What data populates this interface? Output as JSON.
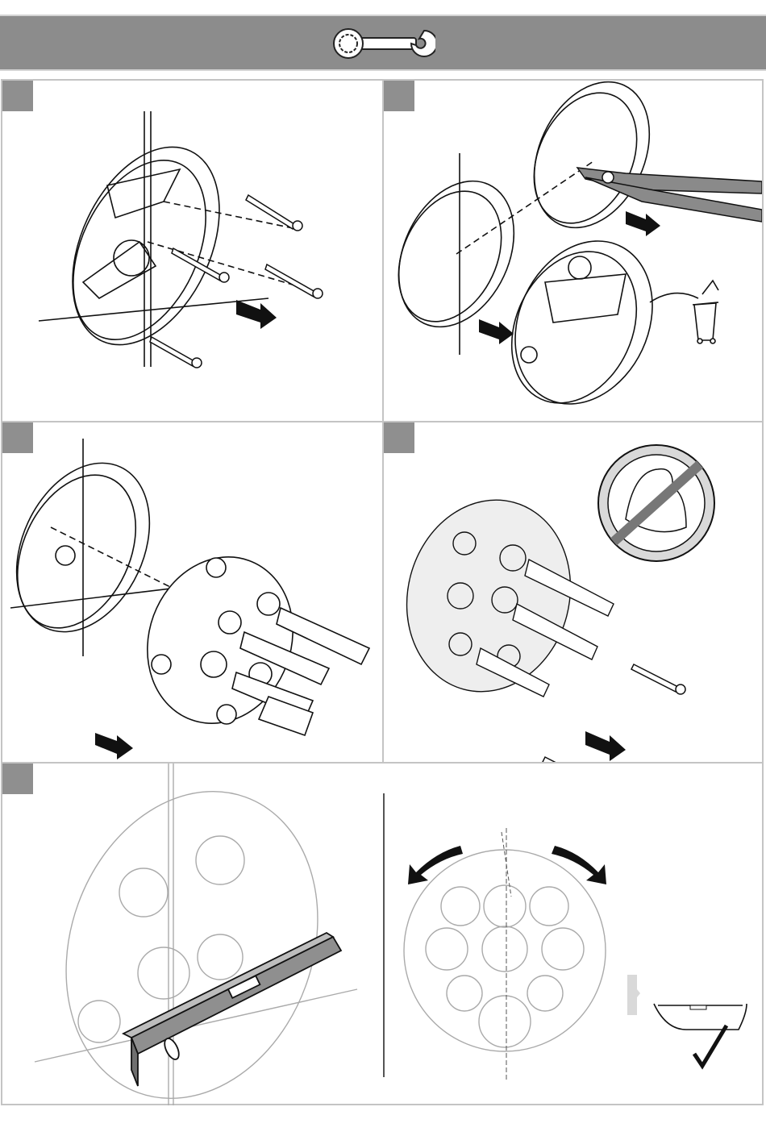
{
  "header": {
    "icon": "wrench-gear-icon",
    "background_color": "#8c8c8c"
  },
  "steps": [
    {
      "panel": "step-1",
      "icons": [
        "screw-icon",
        "arrow-right-icon"
      ]
    },
    {
      "panel": "step-2",
      "icons": [
        "pliers-icon",
        "arrow-right-icon",
        "trash-bin-icon"
      ]
    },
    {
      "panel": "step-3",
      "icons": [
        "valve-body-icon",
        "arrow-right-icon"
      ]
    },
    {
      "panel": "step-4",
      "icons": [
        "no-force-icon",
        "screw-icon",
        "arrow-left-icon"
      ]
    },
    {
      "panel": "step-5",
      "icons": [
        "spirit-level-icon"
      ]
    },
    {
      "panel": "step-6",
      "icons": [
        "rotate-arrows-icon",
        "checkmark-icon"
      ]
    }
  ],
  "colors": {
    "tag": "#8f8f8f",
    "frame": "#c4c4c4",
    "line": "#111111"
  }
}
